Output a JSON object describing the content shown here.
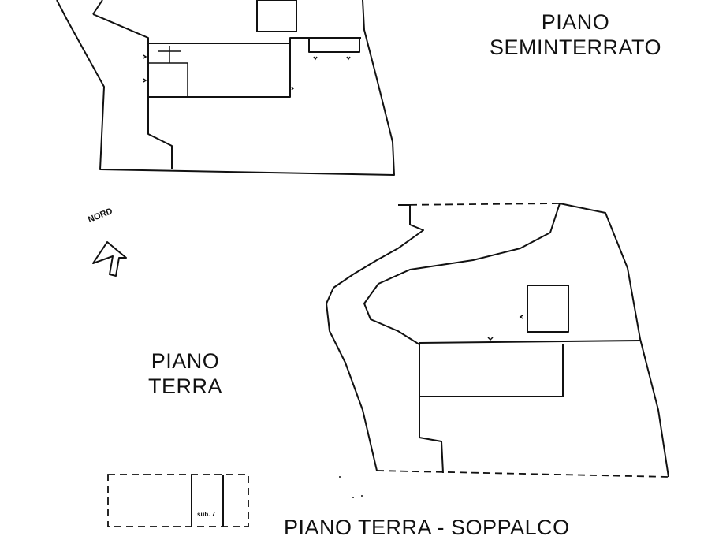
{
  "labels": {
    "seminterrato_line1": "PIANO",
    "seminterrato_line2": "SEMINTERRATO",
    "terra_line1": "PIANO",
    "terra_line2": "TERRA",
    "soppalco": "PIANO TERRA - SOPPALCO",
    "north": "NORD",
    "sub": "sub. 7"
  }
}
